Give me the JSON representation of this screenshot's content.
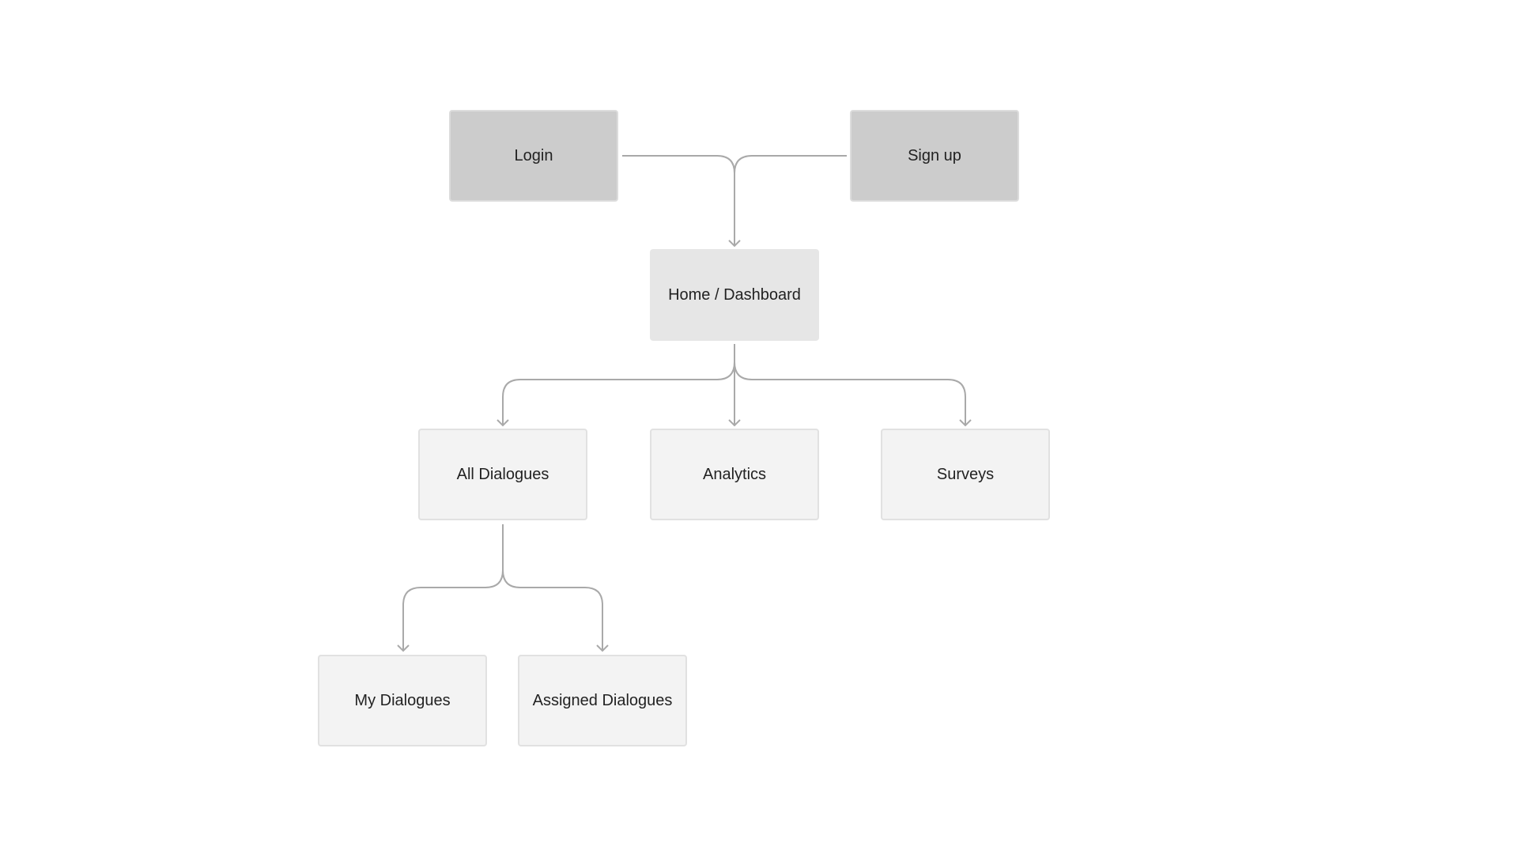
{
  "diagram": {
    "nodes": {
      "login": "Login",
      "signup": "Sign up",
      "home": "Home / Dashboard",
      "all_dialogues": "All Dialogues",
      "analytics": "Analytics",
      "surveys": "Surveys",
      "my_dialogues": "My Dialogues",
      "assigned_dialogues": "Assigned Dialogues"
    },
    "colors": {
      "auth_fill": "#cccccc",
      "home_fill": "#e6e6e6",
      "page_fill": "#f3f3f3",
      "connector": "#a9a9a9",
      "text": "#222222"
    }
  }
}
